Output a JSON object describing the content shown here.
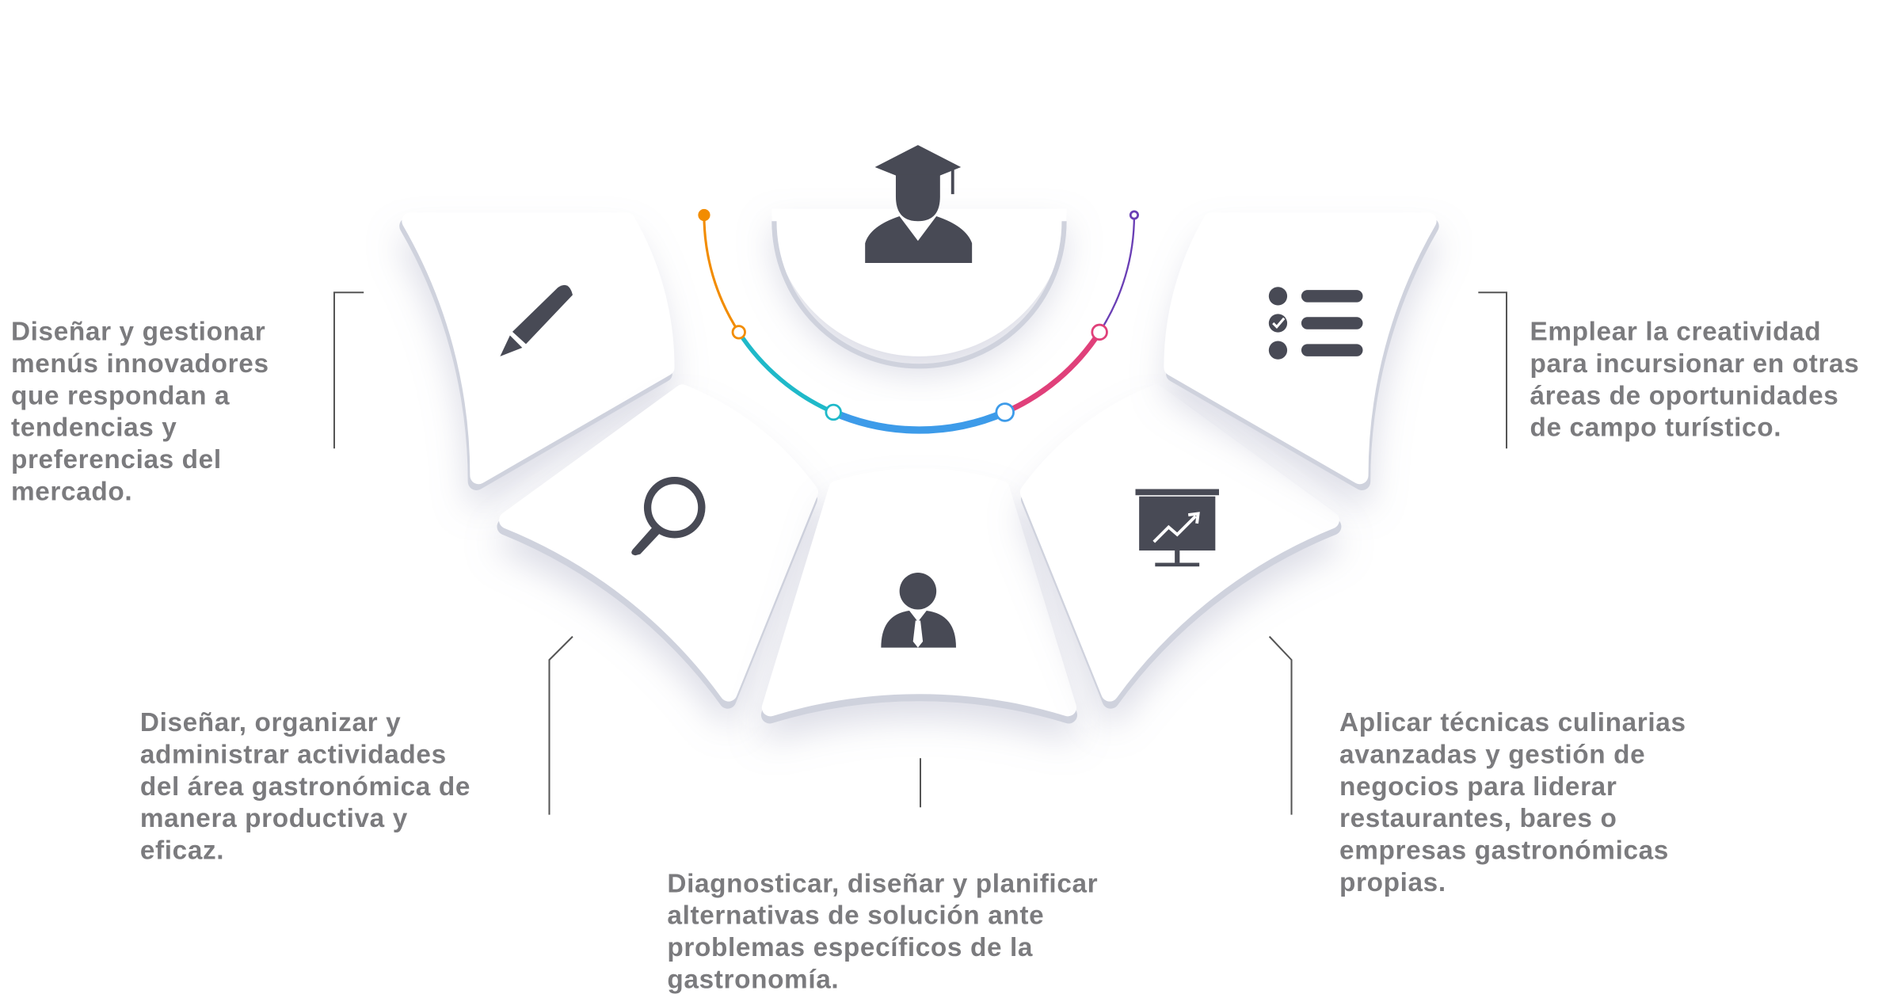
{
  "items": [
    {
      "id": "design-menus",
      "icon": "pencil-icon",
      "text": "Diseñar y gestionar\nmenús innovadores\nque respondan a\ntendencias y\npreferencias del\nmercado."
    },
    {
      "id": "organize",
      "icon": "magnifier-icon",
      "text": "Diseñar, organizar y\nadministrar actividades\ndel área gastronómica de\nmanera productiva y\neficaz."
    },
    {
      "id": "diagnose",
      "icon": "person-tie-icon",
      "text": "Diagnosticar, diseñar y planificar\nalternativas de solución ante\nproblemas específicos de la\ngastronomía."
    },
    {
      "id": "culinary",
      "icon": "presentation-chart-icon",
      "text": "Aplicar técnicas culinarias\navanzadas y gestión de\nnegocios para liderar\nrestaurantes, bares o\nempresas gastronómicas\npropias."
    },
    {
      "id": "creativity",
      "icon": "checklist-icon",
      "text": "Emplear la creatividad\npara incursionar en otras\náreas de oportunidades\nde campo turístico."
    }
  ],
  "center_icon": "graduate-icon",
  "colors": {
    "text": "#7b7b7e",
    "icon": "#484a55",
    "orange": "#f28c00",
    "cyan": "#1fb9c9",
    "blue": "#3d9be9",
    "pink": "#e0407a",
    "purple": "#6a3fb5"
  }
}
